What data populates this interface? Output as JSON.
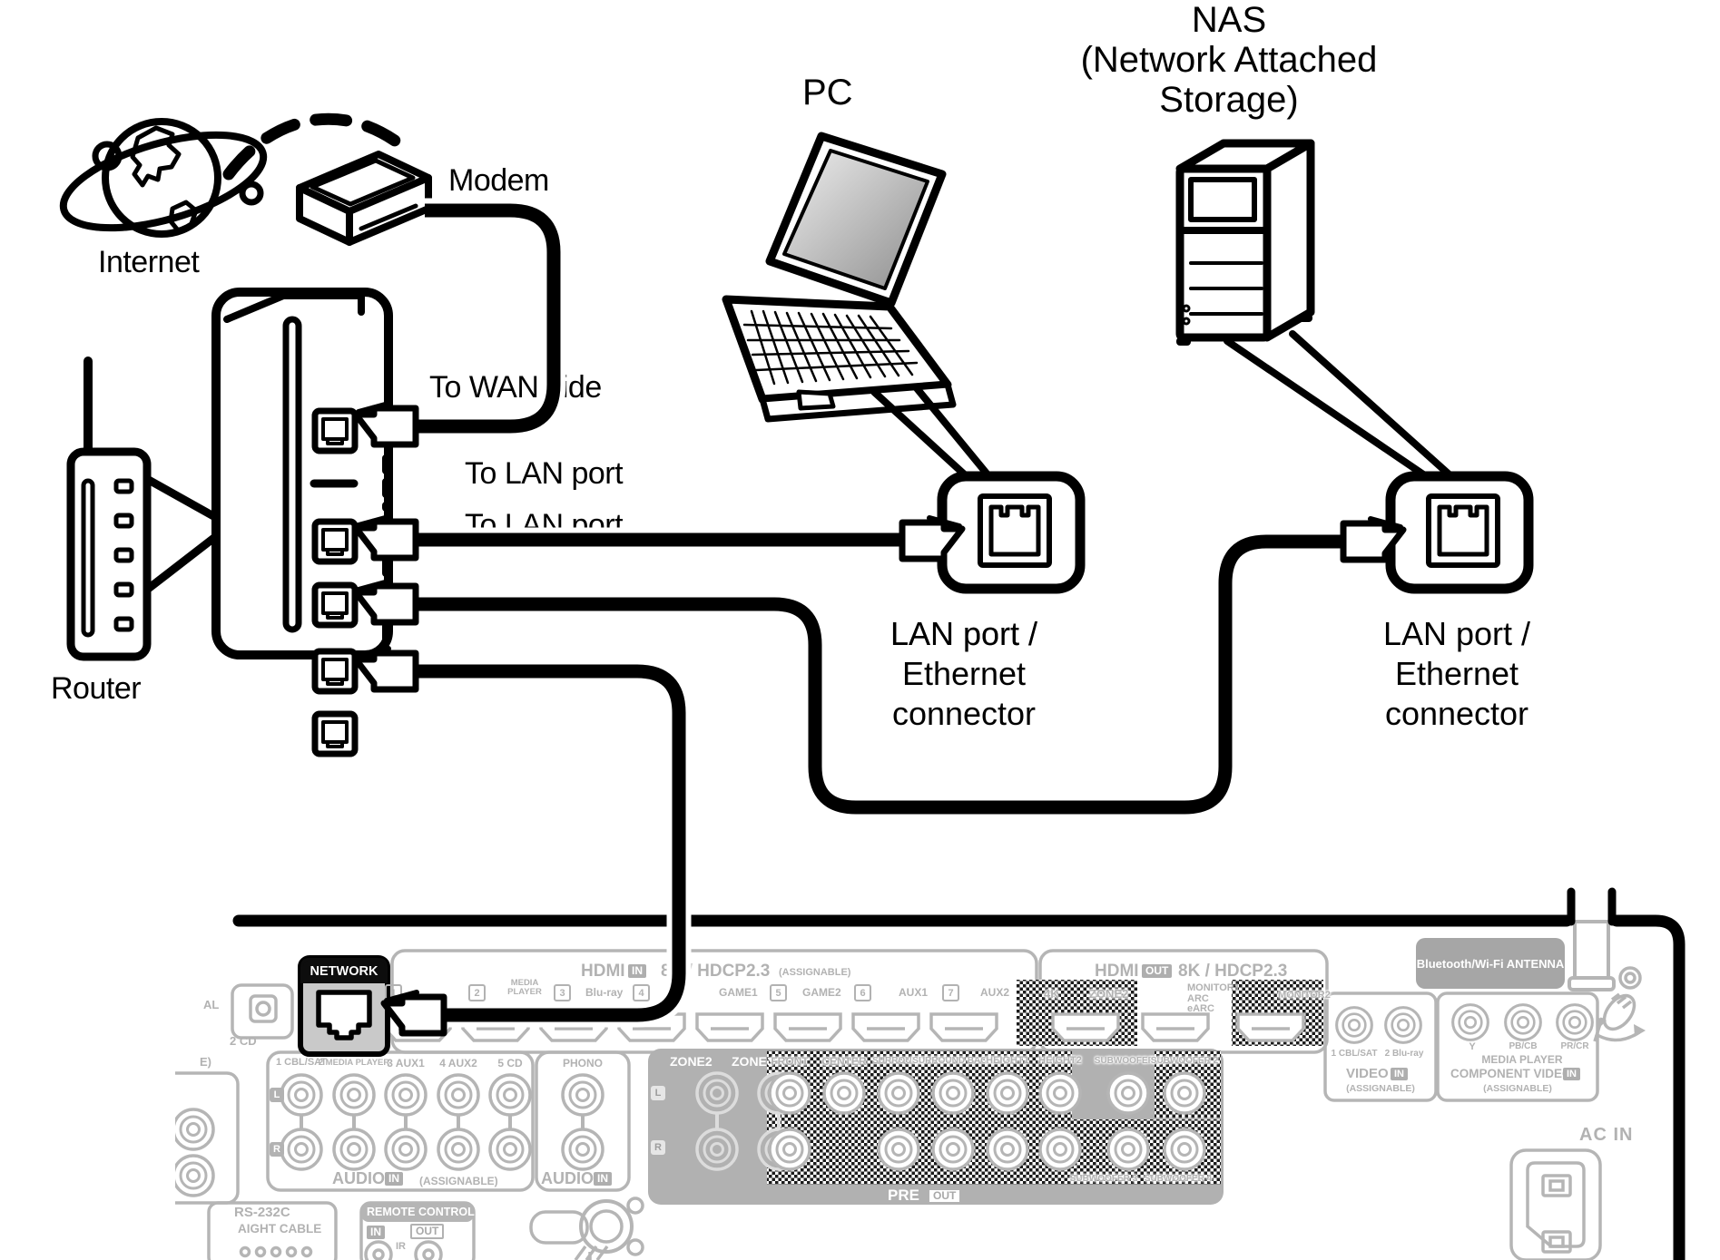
{
  "diagram": {
    "internet_label": "Internet",
    "modem_label": "Modem",
    "pc_label": "PC",
    "router_label": "Router",
    "nas_lines": [
      "NAS",
      "(Network Attached",
      "Storage)"
    ],
    "wan_label": "To WAN side",
    "lan_label_1": "To LAN port",
    "lan_label_2": "To LAN port",
    "callout_lines": [
      "LAN port /",
      "Ethernet",
      "connector"
    ]
  },
  "receiver": {
    "network_label": "NETWORK",
    "optical": {
      "cal": "AL",
      "cd": "2 CD",
      "e": "E)"
    },
    "hdmi_in": {
      "label": "HDMI",
      "badge": "IN",
      "spec": "8K / HDCP2.3",
      "assignable": "(ASSIGNABLE)",
      "n1": "1",
      "n2": "2",
      "media_player": "MEDIA PLAYER",
      "n3": "3",
      "blu_ray": "Blu-ray",
      "n4": "4",
      "game1": "GAME1",
      "n5": "5",
      "game2": "GAME2",
      "n6": "6",
      "aux1": "AUX1",
      "n7": "7",
      "aux2": "AUX2"
    },
    "hdmi_out": {
      "label": "HDMI",
      "badge": "OUT",
      "spec": "8K / HDCP2.3",
      "zone_4k": "4K",
      "zone2": "ZONE2",
      "monitor1": [
        "MONITOR1",
        "ARC",
        "eARC"
      ],
      "monitor2": "MONITOR2"
    },
    "audio_in": {
      "cols": [
        "1 CBL/SAT",
        "2 MEDIA PLAYER",
        "3 AUX1",
        "4 AUX2",
        "5 CD"
      ],
      "phono": "PHONO",
      "audio": "AUDIO",
      "in": "IN",
      "assignable": "(ASSIGNABLE)",
      "l": "L",
      "r": "R"
    },
    "pre_out": {
      "zone2": "ZONE2",
      "zone3": "ZONE3",
      "channels": [
        "FRONT",
        "CENTER",
        "SURROUND",
        "SURROUND BACK",
        "HEIGHT1",
        "HEIGHT2"
      ],
      "sub1": "SUBWOOFER 1",
      "sub2": "SUBWOOFER 2",
      "sub3": "SUBWOOFER 3",
      "sub4": "SUBWOOFER 4",
      "pre": "PRE",
      "out": "OUT"
    },
    "video_in": {
      "c1": "1 CBL/SAT",
      "c2": "2 Blu-ray",
      "label": "VIDEO",
      "in": "IN",
      "assignable": "(ASSIGNABLE)"
    },
    "component": {
      "y": "Y",
      "pb": "PB/CB",
      "pr": "PR/CR",
      "media_player": "MEDIA PLAYER",
      "label": "COMPONENT VIDEO",
      "in": "IN",
      "assignable": "(ASSIGNABLE)"
    },
    "bt_antenna": "Bluetooth/Wi-Fi ANTENNA",
    "ac_in": "AC IN",
    "rs232": {
      "label": "RS-232C",
      "cable": "AIGHT CABLE"
    },
    "remote": {
      "label": "REMOTE CONTROL",
      "in": "IN",
      "out": "OUT",
      "ir": "IR"
    }
  },
  "colors": {
    "line_black": "#000000",
    "panel_gray": "#b2b2b2",
    "hatch_dark": "#1b1b1b"
  }
}
